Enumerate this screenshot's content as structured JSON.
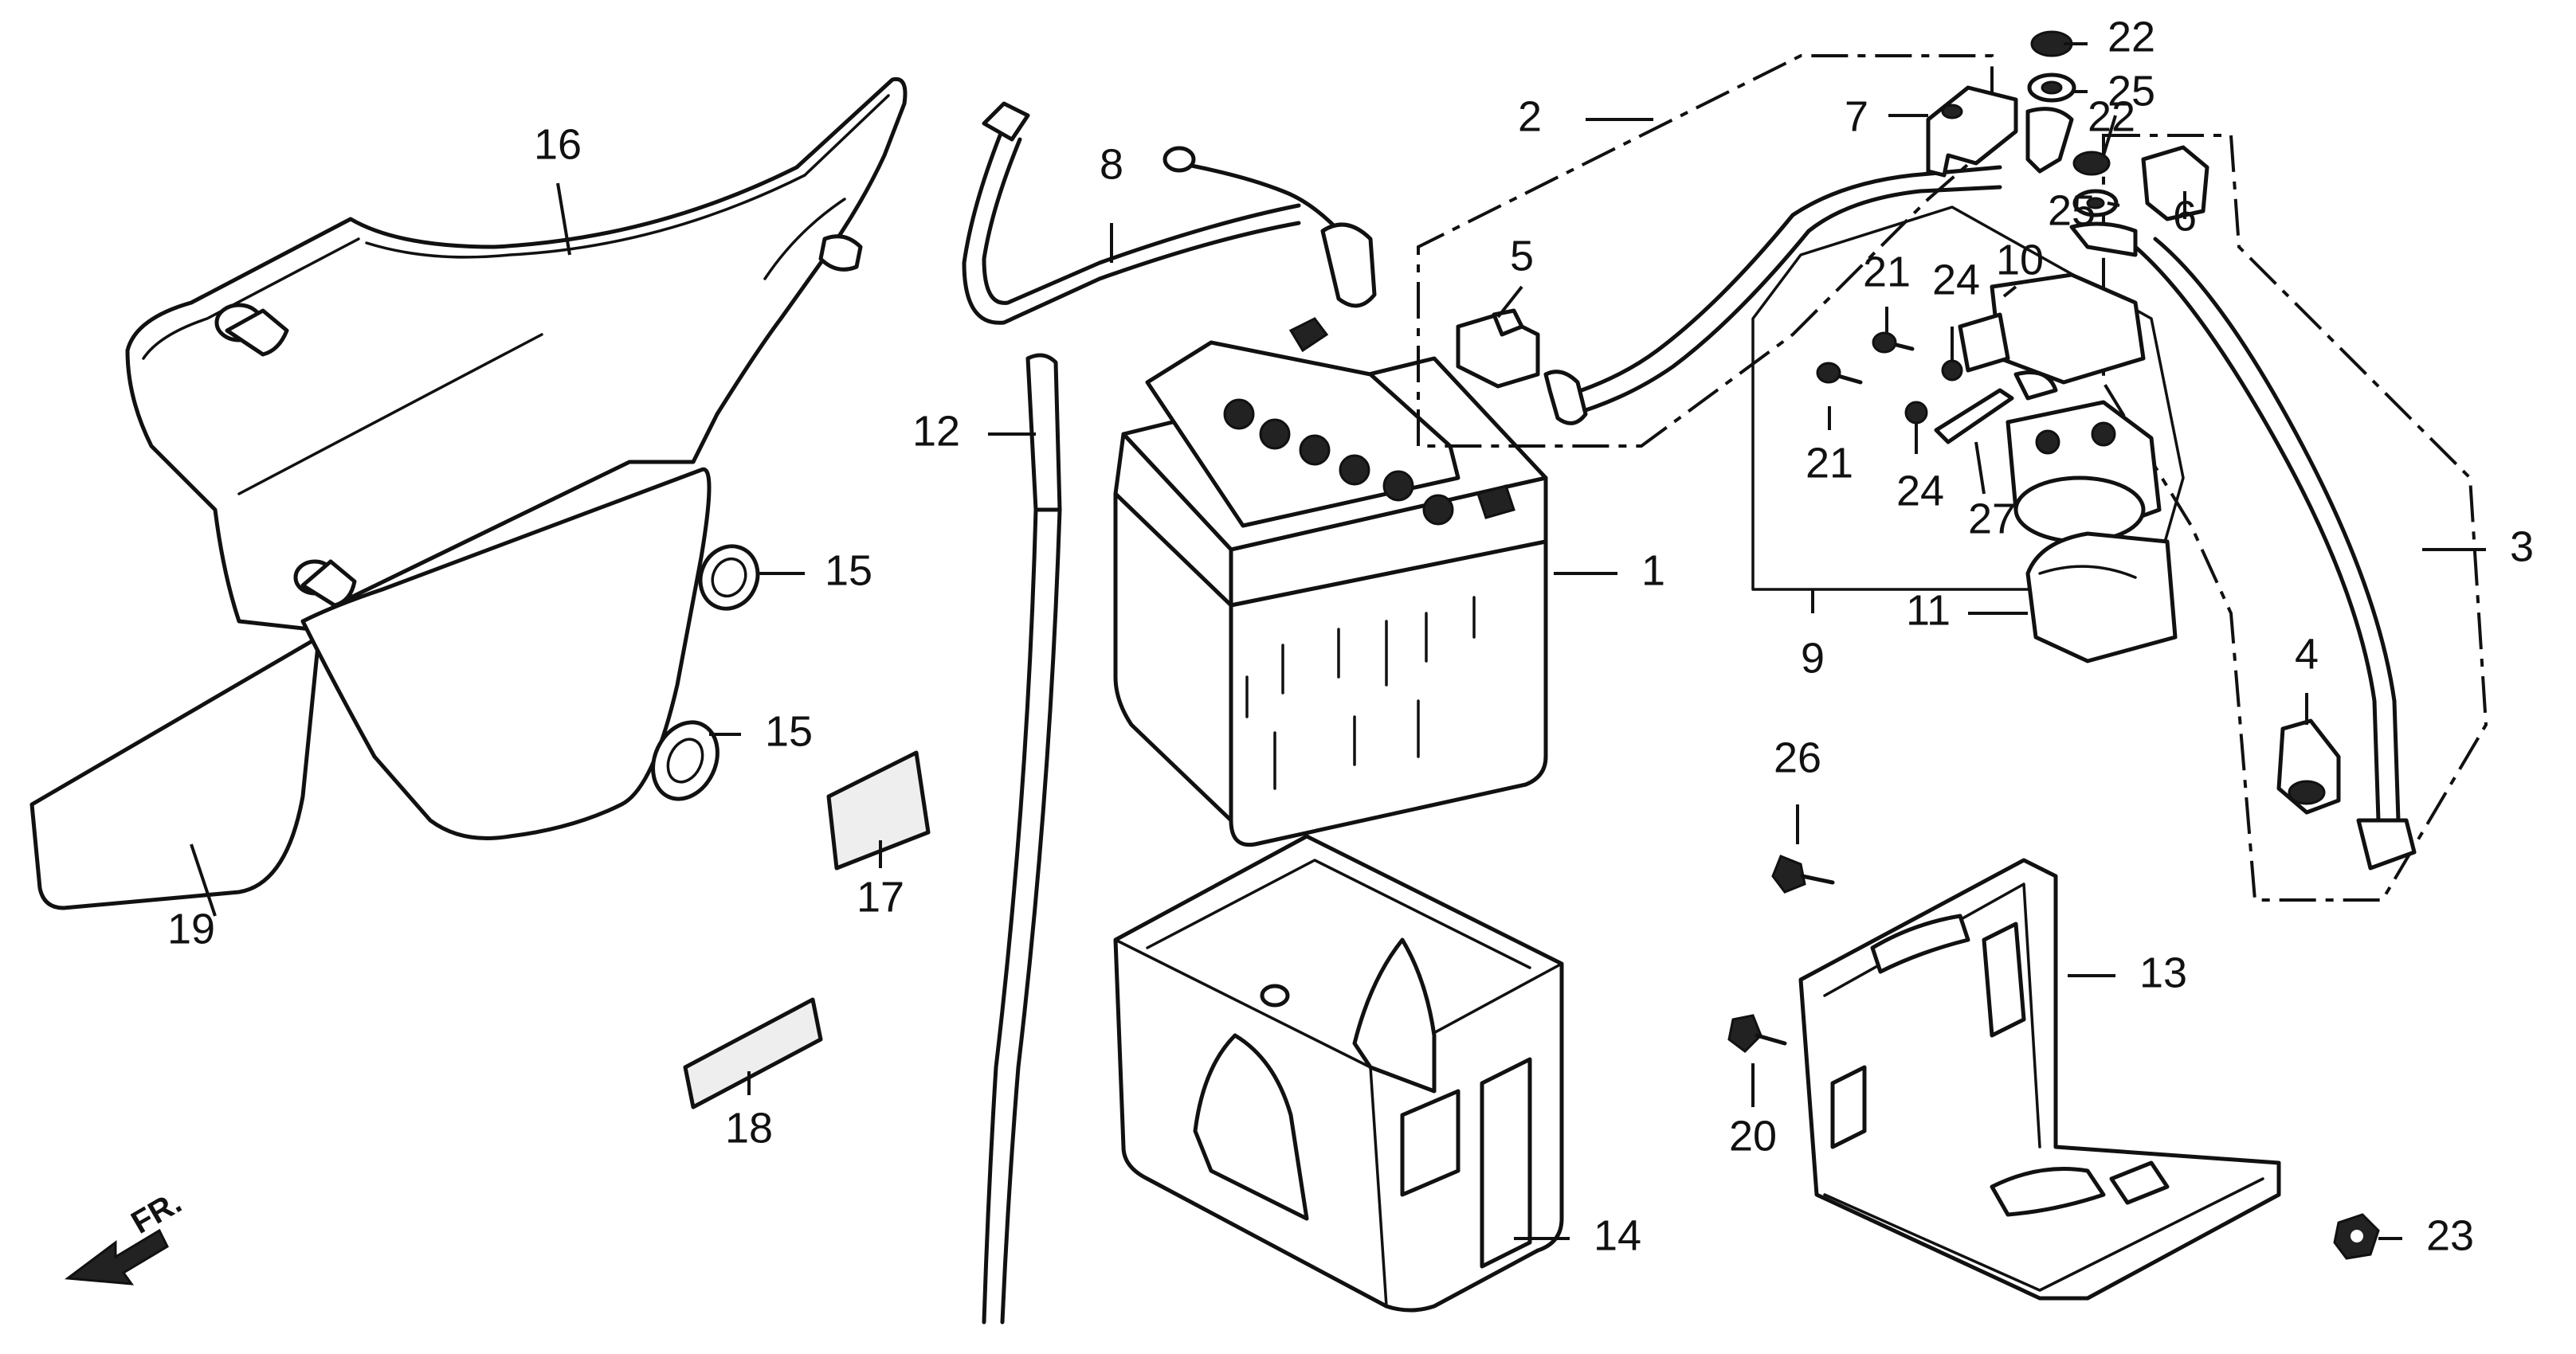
{
  "callouts": [
    {
      "label": "1"
    },
    {
      "label": "2"
    },
    {
      "label": "3"
    },
    {
      "label": "4"
    },
    {
      "label": "5"
    },
    {
      "label": "6"
    },
    {
      "label": "7"
    },
    {
      "label": "8"
    },
    {
      "label": "9"
    },
    {
      "label": "10"
    },
    {
      "label": "11"
    },
    {
      "label": "12"
    },
    {
      "label": "13"
    },
    {
      "label": "14"
    },
    {
      "label": "15"
    },
    {
      "label": "15"
    },
    {
      "label": "16"
    },
    {
      "label": "17"
    },
    {
      "label": "18"
    },
    {
      "label": "19"
    },
    {
      "label": "20"
    },
    {
      "label": "21"
    },
    {
      "label": "21"
    },
    {
      "label": "22"
    },
    {
      "label": "22"
    },
    {
      "label": "23"
    },
    {
      "label": "24"
    },
    {
      "label": "24"
    },
    {
      "label": "25"
    },
    {
      "label": "25"
    },
    {
      "label": "26"
    },
    {
      "label": "27"
    }
  ],
  "front_indicator": {
    "label": "FR."
  }
}
